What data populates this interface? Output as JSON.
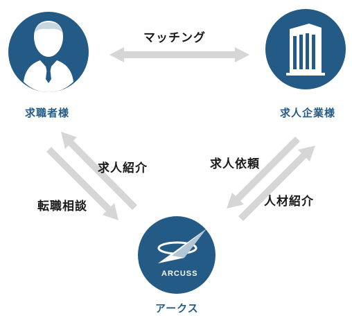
{
  "nodes": {
    "job_seeker": {
      "label": "求職者様",
      "icon": "person-icon"
    },
    "company": {
      "label": "求人企業様",
      "icon": "building-icon"
    },
    "arcuss": {
      "label": "アークス",
      "logo_text": "ARCUSS",
      "icon": "arcuss-logo-icon"
    }
  },
  "flows": {
    "matching": "マッチング",
    "job_introduction": "求人紹介",
    "career_consultation": "転職相談",
    "job_request": "求人依頼",
    "talent_introduction": "人材紹介"
  },
  "colors": {
    "circle": "#245b86",
    "label": "#245b86",
    "arrow": "#d6d6d6",
    "text": "#1a1a1a"
  }
}
